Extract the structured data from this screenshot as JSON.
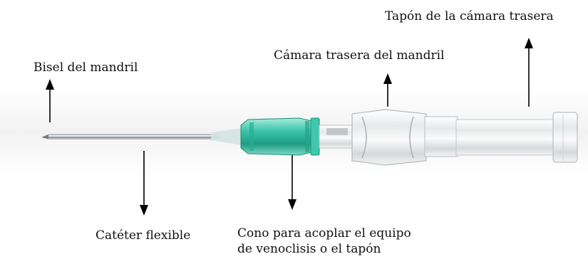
{
  "labels": {
    "tapon_camara": "Tapón de la cámara trasera",
    "camara_trasera": "Cámara trasera del mandril",
    "bisel": "Bisel del mandril",
    "cateter": "Catéter flexible",
    "cono_line1": "Cono para acoplar el equipo",
    "cono_line2": "de venoclisis o el tapón"
  },
  "colors": {
    "hub": "#3cc3a8",
    "text": "#111111",
    "arrow": "#000000"
  }
}
